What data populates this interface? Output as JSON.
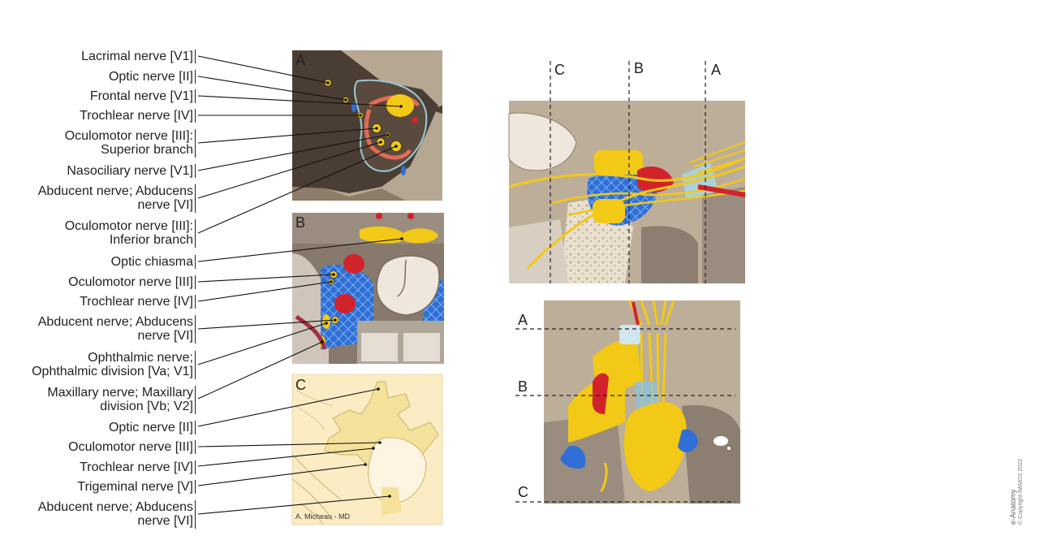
{
  "labels": [
    {
      "id": "lacrimal",
      "lines": [
        "Lacrimal nerve [V1]"
      ]
    },
    {
      "id": "optic-a",
      "lines": [
        "Optic nerve [II]"
      ]
    },
    {
      "id": "frontal",
      "lines": [
        "Frontal nerve [V1]"
      ]
    },
    {
      "id": "trochlear-a",
      "lines": [
        "Trochlear nerve [IV]"
      ]
    },
    {
      "id": "oculomotor-sup",
      "lines": [
        "Oculomotor nerve [III]:",
        "Superior branch"
      ]
    },
    {
      "id": "nasociliary",
      "lines": [
        "Nasociliary nerve [V1]"
      ]
    },
    {
      "id": "abducent-a",
      "lines": [
        "Abducent nerve; Abducens",
        "nerve [VI]"
      ]
    },
    {
      "id": "oculomotor-inf",
      "lines": [
        "Oculomotor nerve [III]:",
        "Inferior branch"
      ]
    },
    {
      "id": "optic-chiasma",
      "lines": [
        "Optic chiasma"
      ]
    },
    {
      "id": "oculomotor-b",
      "lines": [
        "Oculomotor nerve [III]"
      ]
    },
    {
      "id": "trochlear-b",
      "lines": [
        "Trochlear nerve [IV]"
      ]
    },
    {
      "id": "abducent-b",
      "lines": [
        "Abducent nerve; Abducens",
        "nerve [VI]"
      ]
    },
    {
      "id": "ophthalmic",
      "lines": [
        "Ophthalmic nerve;",
        "Ophthalmic division [Va; V1]"
      ]
    },
    {
      "id": "maxillary",
      "lines": [
        "Maxillary nerve; Maxillary",
        "division [Vb; V2]"
      ]
    },
    {
      "id": "optic-c",
      "lines": [
        "Optic nerve [II]"
      ]
    },
    {
      "id": "oculomotor-c",
      "lines": [
        "Oculomotor nerve [III]"
      ]
    },
    {
      "id": "trochlear-c",
      "lines": [
        "Trochlear nerve [IV]"
      ]
    },
    {
      "id": "trigeminal",
      "lines": [
        "Trigeminal nerve [V]"
      ]
    },
    {
      "id": "abducent-c",
      "lines": [
        "Abducent nerve; Abducens",
        "nerve [VI]"
      ]
    }
  ],
  "panels": {
    "a": "A",
    "b": "B",
    "c": "C"
  },
  "sections": {
    "top": [
      "C",
      "B",
      "A"
    ],
    "side": [
      "A",
      "B",
      "C"
    ]
  },
  "signature": "A. Micheau - MD",
  "credit": {
    "brand": "e-Anatomy",
    "copyright": "© Copyright IMAIOS 2022"
  },
  "colors": {
    "nerve": "#f2c916",
    "artery": "#d2232a",
    "vein": "#2f6fd6",
    "bone": "#e8dfcd",
    "tissue": "#b6a792",
    "dark": "#4a3d33"
  }
}
